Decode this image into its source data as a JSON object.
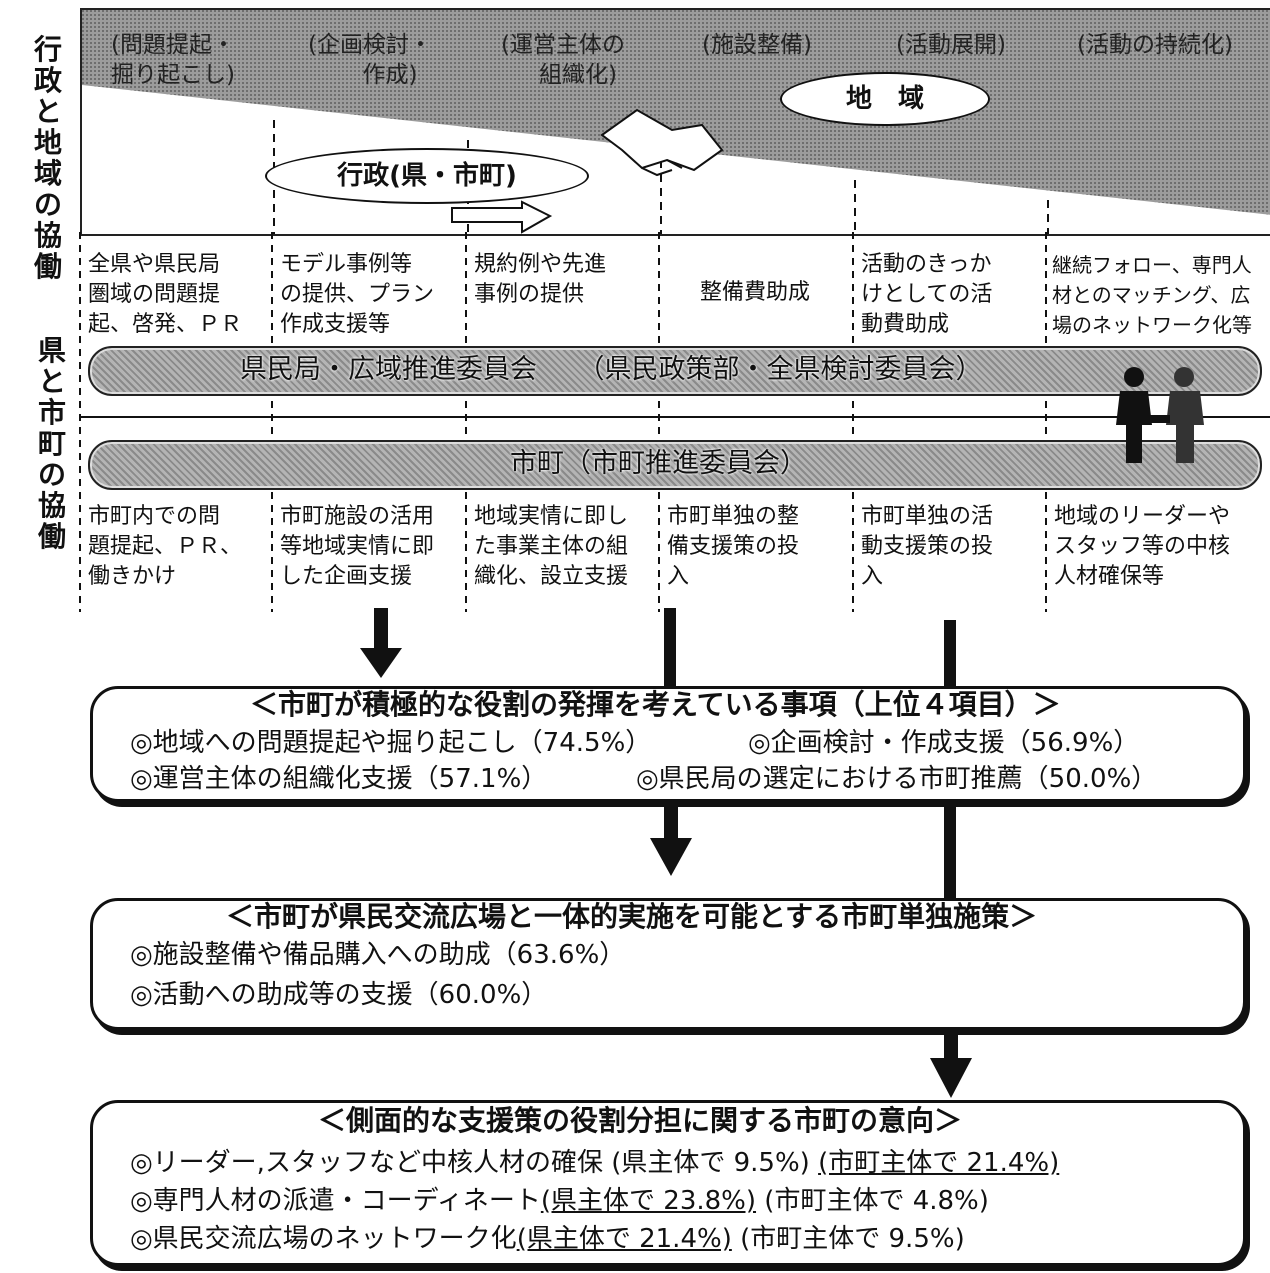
{
  "side_labels": {
    "gyousei_chiiki": "行政と地域の協働",
    "ken_shicho": "県と市町の協働"
  },
  "phases": [
    {
      "line1": "(問題提起・",
      "line2": "掘り起こし)"
    },
    {
      "line1": "(企画検討・",
      "line2": "作成)"
    },
    {
      "line1": "(運営主体の",
      "line2": "組織化)"
    },
    {
      "line1": "(施設整備)",
      "line2": ""
    },
    {
      "line1": "(活動展開)",
      "line2": ""
    },
    {
      "line1": "(活動の持続化)",
      "line2": ""
    }
  ],
  "ovals": {
    "chiiki": "地　域",
    "gyousei": "行政(県・市町)"
  },
  "upper_cells": [
    [
      "全県や県民局",
      "圏域の問題提",
      "起、啓発、ＰＲ"
    ],
    [
      "モデル事例等",
      "の提供、プラン",
      "作成支援等"
    ],
    [
      "規約例や先進",
      "事例の提供",
      ""
    ],
    [
      "整備費助成",
      "",
      ""
    ],
    [
      "活動のきっか",
      "けとしての活",
      "動費助成"
    ],
    [
      "継続フォロー、専門人",
      "材とのマッチング、広",
      "場のネットワーク化等"
    ]
  ],
  "bars": {
    "kenmin": "県民局・広域推進委員会　　（県民政策部・全県検討委員会）",
    "shicho": "市町（市町推進委員会）"
  },
  "lower_cells": [
    [
      "市町内での問",
      "題提起、ＰＲ、",
      "働きかけ"
    ],
    [
      "市町施設の活用",
      "等地域実情に即",
      "した企画支援"
    ],
    [
      "地域実情に即し",
      "た事業主体の組",
      "織化、設立支援"
    ],
    [
      "市町単独の整",
      "備支援策の投",
      "入"
    ],
    [
      "市町単独の活",
      "動支援策の投",
      "入"
    ],
    [
      "地域のリーダーや",
      "スタッフ等の中核",
      "人材確保等"
    ]
  ],
  "box1": {
    "title": "＜市町が積極的な役割の発揮を考えている事項（上位４項目）＞",
    "line1a": "◎地域への問題提起や掘り起こし（74.5%）",
    "line1b": "◎企画検討・作成支援（56.9%）",
    "line2a": "◎運営主体の組織化支援（57.1%）",
    "line2b": "◎県民局の選定における市町推薦（50.0%）"
  },
  "box2": {
    "title": "＜市町が県民交流広場と一体的実施を可能とする市町単独施策＞",
    "line1": "◎施設整備や備品購入への助成（63.6%）",
    "line2": "◎活動への助成等の支援（60.0%）"
  },
  "box3": {
    "title": "＜側面的な支援策の役割分担に関する市町の意向＞",
    "l1a": "◎リーダー,スタッフなど中核人材の確保 (県主体で 9.5%)",
    "l1b": "(市町主体で 21.4%)",
    "l2a": "◎専門人材の派遣・コーディネート",
    "l2b": "(県主体で 23.8%)",
    "l2c": "(市町主体で 4.8%)",
    "l3a": "◎県民交流広場のネットワーク化",
    "l3b": "(県主体で 21.4%)",
    "l3c": "(市町主体で 9.5%)"
  }
}
